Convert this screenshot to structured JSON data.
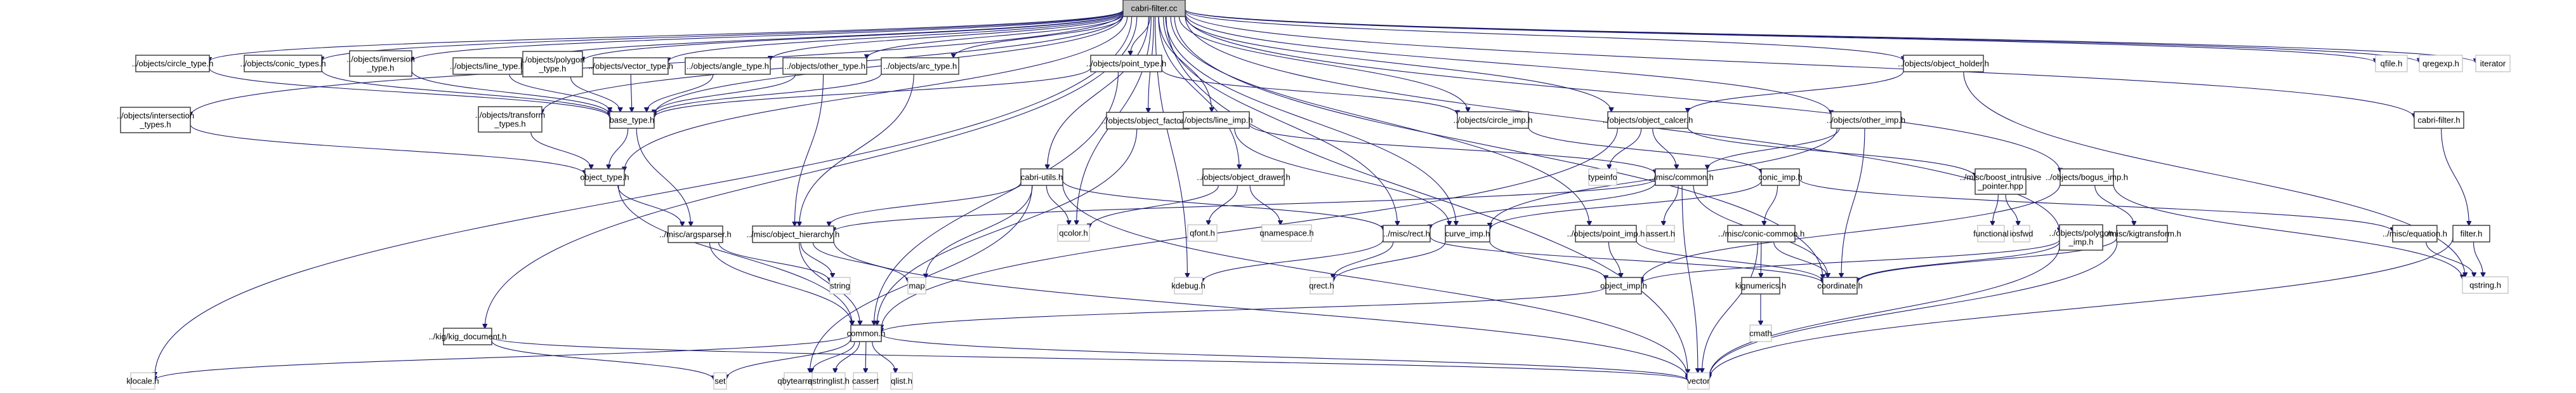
{
  "title": "cabri-filter.cc",
  "colors": {
    "edge": "#191970",
    "root_fill": "#bfbfbf",
    "node_border": "#404040",
    "external_border": "#bfbfbf"
  },
  "nodes": [
    {
      "id": "root",
      "label": [
        "cabri-filter.cc"
      ],
      "kind": "root"
    },
    {
      "id": "circle_type",
      "label": [
        "../objects/circle_type.h"
      ],
      "kind": "doc"
    },
    {
      "id": "conic_types",
      "label": [
        "../objects/conic_types.h"
      ],
      "kind": "doc"
    },
    {
      "id": "inversion_type",
      "label": [
        "../objects/inversion",
        "_type.h"
      ],
      "kind": "doc"
    },
    {
      "id": "line_type",
      "label": [
        "../objects/line_type.h"
      ],
      "kind": "doc"
    },
    {
      "id": "polygon_type",
      "label": [
        "../objects/polygon",
        "_type.h"
      ],
      "kind": "doc"
    },
    {
      "id": "vector_type",
      "label": [
        "../objects/vector_type.h"
      ],
      "kind": "doc"
    },
    {
      "id": "angle_type",
      "label": [
        "../objects/angle_type.h"
      ],
      "kind": "doc"
    },
    {
      "id": "other_type",
      "label": [
        "../objects/other_type.h"
      ],
      "kind": "doc"
    },
    {
      "id": "arc_type",
      "label": [
        "../objects/arc_type.h"
      ],
      "kind": "doc"
    },
    {
      "id": "point_type",
      "label": [
        "../objects/point_type.h"
      ],
      "kind": "doc"
    },
    {
      "id": "object_holder",
      "label": [
        "../objects/object_holder.h"
      ],
      "kind": "doc"
    },
    {
      "id": "qfile",
      "label": [
        "qfile.h"
      ],
      "kind": "ext"
    },
    {
      "id": "qregexp",
      "label": [
        "qregexp.h"
      ],
      "kind": "ext"
    },
    {
      "id": "iterator",
      "label": [
        "iterator"
      ],
      "kind": "ext"
    },
    {
      "id": "intersection_types",
      "label": [
        "../objects/intersection",
        "_types.h"
      ],
      "kind": "doc"
    },
    {
      "id": "transform_types",
      "label": [
        "../objects/transform",
        "_types.h"
      ],
      "kind": "doc"
    },
    {
      "id": "base_type",
      "label": [
        "base_type.h"
      ],
      "kind": "doc"
    },
    {
      "id": "object_factory",
      "label": [
        "../objects/object_factory.h"
      ],
      "kind": "doc"
    },
    {
      "id": "line_imp",
      "label": [
        "../objects/line_imp.h"
      ],
      "kind": "doc"
    },
    {
      "id": "circle_imp",
      "label": [
        "../objects/circle_imp.h"
      ],
      "kind": "doc"
    },
    {
      "id": "object_calcer",
      "label": [
        "../objects/object_calcer.h"
      ],
      "kind": "doc"
    },
    {
      "id": "other_imp",
      "label": [
        "../objects/other_imp.h"
      ],
      "kind": "doc"
    },
    {
      "id": "cabri_filter_h",
      "label": [
        "cabri-filter.h"
      ],
      "kind": "doc"
    },
    {
      "id": "object_type",
      "label": [
        "object_type.h"
      ],
      "kind": "doc"
    },
    {
      "id": "cabri_utils",
      "label": [
        "cabri-utils.h"
      ],
      "kind": "doc"
    },
    {
      "id": "object_drawer",
      "label": [
        "../objects/object_drawer.h"
      ],
      "kind": "doc"
    },
    {
      "id": "typeinfo",
      "label": [
        "typeinfo"
      ],
      "kind": "ext"
    },
    {
      "id": "misc_common",
      "label": [
        "../misc/common.h"
      ],
      "kind": "doc"
    },
    {
      "id": "conic_imp",
      "label": [
        "conic_imp.h"
      ],
      "kind": "doc"
    },
    {
      "id": "boost_ptr",
      "label": [
        "../misc/boost_intrusive",
        "_pointer.hpp"
      ],
      "kind": "doc"
    },
    {
      "id": "bogus_imp",
      "label": [
        "../objects/bogus_imp.h"
      ],
      "kind": "doc"
    },
    {
      "id": "filter_h",
      "label": [
        "filter.h"
      ],
      "kind": "doc"
    },
    {
      "id": "argsparser",
      "label": [
        "../misc/argsparser.h"
      ],
      "kind": "doc"
    },
    {
      "id": "object_hierarchy",
      "label": [
        "../misc/object_hierarchy.h"
      ],
      "kind": "doc"
    },
    {
      "id": "qcolor",
      "label": [
        "qcolor.h"
      ],
      "kind": "ext"
    },
    {
      "id": "qfont",
      "label": [
        "qfont.h"
      ],
      "kind": "ext"
    },
    {
      "id": "qnamespace",
      "label": [
        "qnamespace.h"
      ],
      "kind": "ext"
    },
    {
      "id": "rect",
      "label": [
        "../misc/rect.h"
      ],
      "kind": "doc"
    },
    {
      "id": "curve_imp",
      "label": [
        "curve_imp.h"
      ],
      "kind": "doc"
    },
    {
      "id": "point_imp",
      "label": [
        "../objects/point_imp.h"
      ],
      "kind": "doc"
    },
    {
      "id": "assert_h",
      "label": [
        "assert.h"
      ],
      "kind": "ext"
    },
    {
      "id": "conic_common",
      "label": [
        "../misc/conic-common.h"
      ],
      "kind": "doc"
    },
    {
      "id": "functional",
      "label": [
        "functional"
      ],
      "kind": "ext"
    },
    {
      "id": "iosfwd",
      "label": [
        "iosfwd"
      ],
      "kind": "ext"
    },
    {
      "id": "polygon_imp",
      "label": [
        "../objects/polygon",
        "_imp.h"
      ],
      "kind": "doc"
    },
    {
      "id": "kigtransform",
      "label": [
        "../misc/kigtransform.h"
      ],
      "kind": "doc"
    },
    {
      "id": "equation",
      "label": [
        "../misc/equation.h"
      ],
      "kind": "doc"
    },
    {
      "id": "string",
      "label": [
        "string"
      ],
      "kind": "ext"
    },
    {
      "id": "map",
      "label": [
        "map"
      ],
      "kind": "ext"
    },
    {
      "id": "kdebug",
      "label": [
        "kdebug.h"
      ],
      "kind": "ext"
    },
    {
      "id": "qrect",
      "label": [
        "qrect.h"
      ],
      "kind": "ext"
    },
    {
      "id": "object_imp",
      "label": [
        "object_imp.h"
      ],
      "kind": "doc"
    },
    {
      "id": "kignumerics",
      "label": [
        "kignumerics.h"
      ],
      "kind": "doc"
    },
    {
      "id": "coordinate",
      "label": [
        "coordinate.h"
      ],
      "kind": "doc"
    },
    {
      "id": "qstring",
      "label": [
        "qstring.h"
      ],
      "kind": "ext"
    },
    {
      "id": "kig_document",
      "label": [
        "../kig/kig_document.h"
      ],
      "kind": "doc"
    },
    {
      "id": "common",
      "label": [
        "common.h"
      ],
      "kind": "doc"
    },
    {
      "id": "cmath",
      "label": [
        "cmath"
      ],
      "kind": "ext"
    },
    {
      "id": "klocale",
      "label": [
        "klocale.h"
      ],
      "kind": "ext"
    },
    {
      "id": "set",
      "label": [
        "set"
      ],
      "kind": "ext"
    },
    {
      "id": "qbytearray",
      "label": [
        "qbytearray.h"
      ],
      "kind": "ext"
    },
    {
      "id": "qstringlist",
      "label": [
        "qstringlist.h"
      ],
      "kind": "ext"
    },
    {
      "id": "cassert",
      "label": [
        "cassert"
      ],
      "kind": "ext"
    },
    {
      "id": "qlist",
      "label": [
        "qlist.h"
      ],
      "kind": "ext"
    },
    {
      "id": "vector",
      "label": [
        "vector"
      ],
      "kind": "ext"
    }
  ],
  "edges": [
    [
      "root",
      "circle_type"
    ],
    [
      "root",
      "conic_types"
    ],
    [
      "root",
      "inversion_type"
    ],
    [
      "root",
      "line_type"
    ],
    [
      "root",
      "polygon_type"
    ],
    [
      "root",
      "vector_type"
    ],
    [
      "root",
      "angle_type"
    ],
    [
      "root",
      "other_type"
    ],
    [
      "root",
      "arc_type"
    ],
    [
      "root",
      "point_type"
    ],
    [
      "root",
      "object_holder"
    ],
    [
      "root",
      "qfile"
    ],
    [
      "root",
      "qregexp"
    ],
    [
      "root",
      "iterator"
    ],
    [
      "root",
      "intersection_types"
    ],
    [
      "root",
      "transform_types"
    ],
    [
      "root",
      "object_factory"
    ],
    [
      "root",
      "line_imp"
    ],
    [
      "root",
      "circle_imp"
    ],
    [
      "root",
      "object_calcer"
    ],
    [
      "root",
      "other_imp"
    ],
    [
      "root",
      "cabri_filter_h"
    ],
    [
      "root",
      "cabri_utils"
    ],
    [
      "root",
      "object_drawer"
    ],
    [
      "root",
      "bogus_imp"
    ],
    [
      "root",
      "qcolor"
    ],
    [
      "root",
      "kdebug"
    ],
    [
      "root",
      "rect"
    ],
    [
      "root",
      "curve_imp"
    ],
    [
      "root",
      "point_imp"
    ],
    [
      "root",
      "polygon_imp"
    ],
    [
      "root",
      "coordinate"
    ],
    [
      "root",
      "kig_document"
    ],
    [
      "root",
      "klocale"
    ],
    [
      "root",
      "vector"
    ],
    [
      "root",
      "object_type"
    ],
    [
      "root",
      "base_type"
    ],
    [
      "circle_type",
      "base_type"
    ],
    [
      "conic_types",
      "base_type"
    ],
    [
      "inversion_type",
      "base_type"
    ],
    [
      "line_type",
      "base_type"
    ],
    [
      "polygon_type",
      "base_type"
    ],
    [
      "vector_type",
      "base_type"
    ],
    [
      "angle_type",
      "base_type"
    ],
    [
      "other_type",
      "base_type"
    ],
    [
      "arc_type",
      "base_type"
    ],
    [
      "point_type",
      "base_type"
    ],
    [
      "point_type",
      "circle_imp"
    ],
    [
      "point_type",
      "common"
    ],
    [
      "other_type",
      "object_hierarchy"
    ],
    [
      "arc_type",
      "object_hierarchy"
    ],
    [
      "intersection_types",
      "object_type"
    ],
    [
      "transform_types",
      "object_type"
    ],
    [
      "base_type",
      "object_type"
    ],
    [
      "base_type",
      "argsparser"
    ],
    [
      "object_type",
      "argsparser"
    ],
    [
      "object_type",
      "common"
    ],
    [
      "object_holder",
      "object_calcer"
    ],
    [
      "object_holder",
      "qstring"
    ],
    [
      "object_factory",
      "common"
    ],
    [
      "line_imp",
      "misc_common"
    ],
    [
      "line_imp",
      "curve_imp"
    ],
    [
      "circle_imp",
      "conic_imp"
    ],
    [
      "object_calcer",
      "misc_common"
    ],
    [
      "object_calcer",
      "typeinfo"
    ],
    [
      "object_calcer",
      "boost_ptr"
    ],
    [
      "object_calcer",
      "common"
    ],
    [
      "other_imp",
      "misc_common"
    ],
    [
      "other_imp",
      "curve_imp"
    ],
    [
      "other_imp",
      "coordinate"
    ],
    [
      "cabri_filter_h",
      "filter_h"
    ],
    [
      "cabri_utils",
      "qcolor"
    ],
    [
      "cabri_utils",
      "object_hierarchy"
    ],
    [
      "cabri_utils",
      "rect"
    ],
    [
      "cabri_utils",
      "map"
    ],
    [
      "cabri_utils",
      "qbytearray"
    ],
    [
      "cabri_utils",
      "vector"
    ],
    [
      "object_drawer",
      "qcolor"
    ],
    [
      "object_drawer",
      "qfont"
    ],
    [
      "object_drawer",
      "qnamespace"
    ],
    [
      "misc_common",
      "assert_h"
    ],
    [
      "misc_common",
      "vector"
    ],
    [
      "misc_common",
      "coordinate"
    ],
    [
      "misc_common",
      "rect"
    ],
    [
      "misc_common",
      "object_hierarchy"
    ],
    [
      "conic_imp",
      "curve_imp"
    ],
    [
      "conic_imp",
      "conic_common"
    ],
    [
      "conic_imp",
      "equation"
    ],
    [
      "boost_ptr",
      "functional"
    ],
    [
      "boost_ptr",
      "iosfwd"
    ],
    [
      "bogus_imp",
      "object_imp"
    ],
    [
      "bogus_imp",
      "kigtransform"
    ],
    [
      "bogus_imp",
      "qstring"
    ],
    [
      "filter_h",
      "qstring"
    ],
    [
      "filter_h",
      "vector"
    ],
    [
      "argsparser",
      "string"
    ],
    [
      "argsparser",
      "common"
    ],
    [
      "object_hierarchy",
      "string"
    ],
    [
      "object_hierarchy",
      "map"
    ],
    [
      "object_hierarchy",
      "common"
    ],
    [
      "object_hierarchy",
      "vector"
    ],
    [
      "rect",
      "kdebug"
    ],
    [
      "rect",
      "qrect"
    ],
    [
      "rect",
      "coordinate"
    ],
    [
      "curve_imp",
      "object_imp"
    ],
    [
      "curve_imp",
      "qrect"
    ],
    [
      "point_imp",
      "object_imp"
    ],
    [
      "point_imp",
      "coordinate"
    ],
    [
      "conic_common",
      "kignumerics"
    ],
    [
      "conic_common",
      "coordinate"
    ],
    [
      "conic_common",
      "vector"
    ],
    [
      "polygon_imp",
      "object_imp"
    ],
    [
      "polygon_imp",
      "coordinate"
    ],
    [
      "polygon_imp",
      "vector"
    ],
    [
      "kigtransform",
      "coordinate"
    ],
    [
      "kigtransform",
      "vector"
    ],
    [
      "equation",
      "qstring"
    ],
    [
      "object_imp",
      "common"
    ],
    [
      "kignumerics",
      "cmath"
    ],
    [
      "kig_document",
      "set"
    ],
    [
      "kig_document",
      "vector"
    ],
    [
      "common",
      "klocale"
    ],
    [
      "common",
      "set"
    ],
    [
      "common",
      "qbytearray"
    ],
    [
      "common",
      "qstringlist"
    ],
    [
      "common",
      "cassert"
    ],
    [
      "common",
      "qlist"
    ],
    [
      "common",
      "vector"
    ]
  ]
}
